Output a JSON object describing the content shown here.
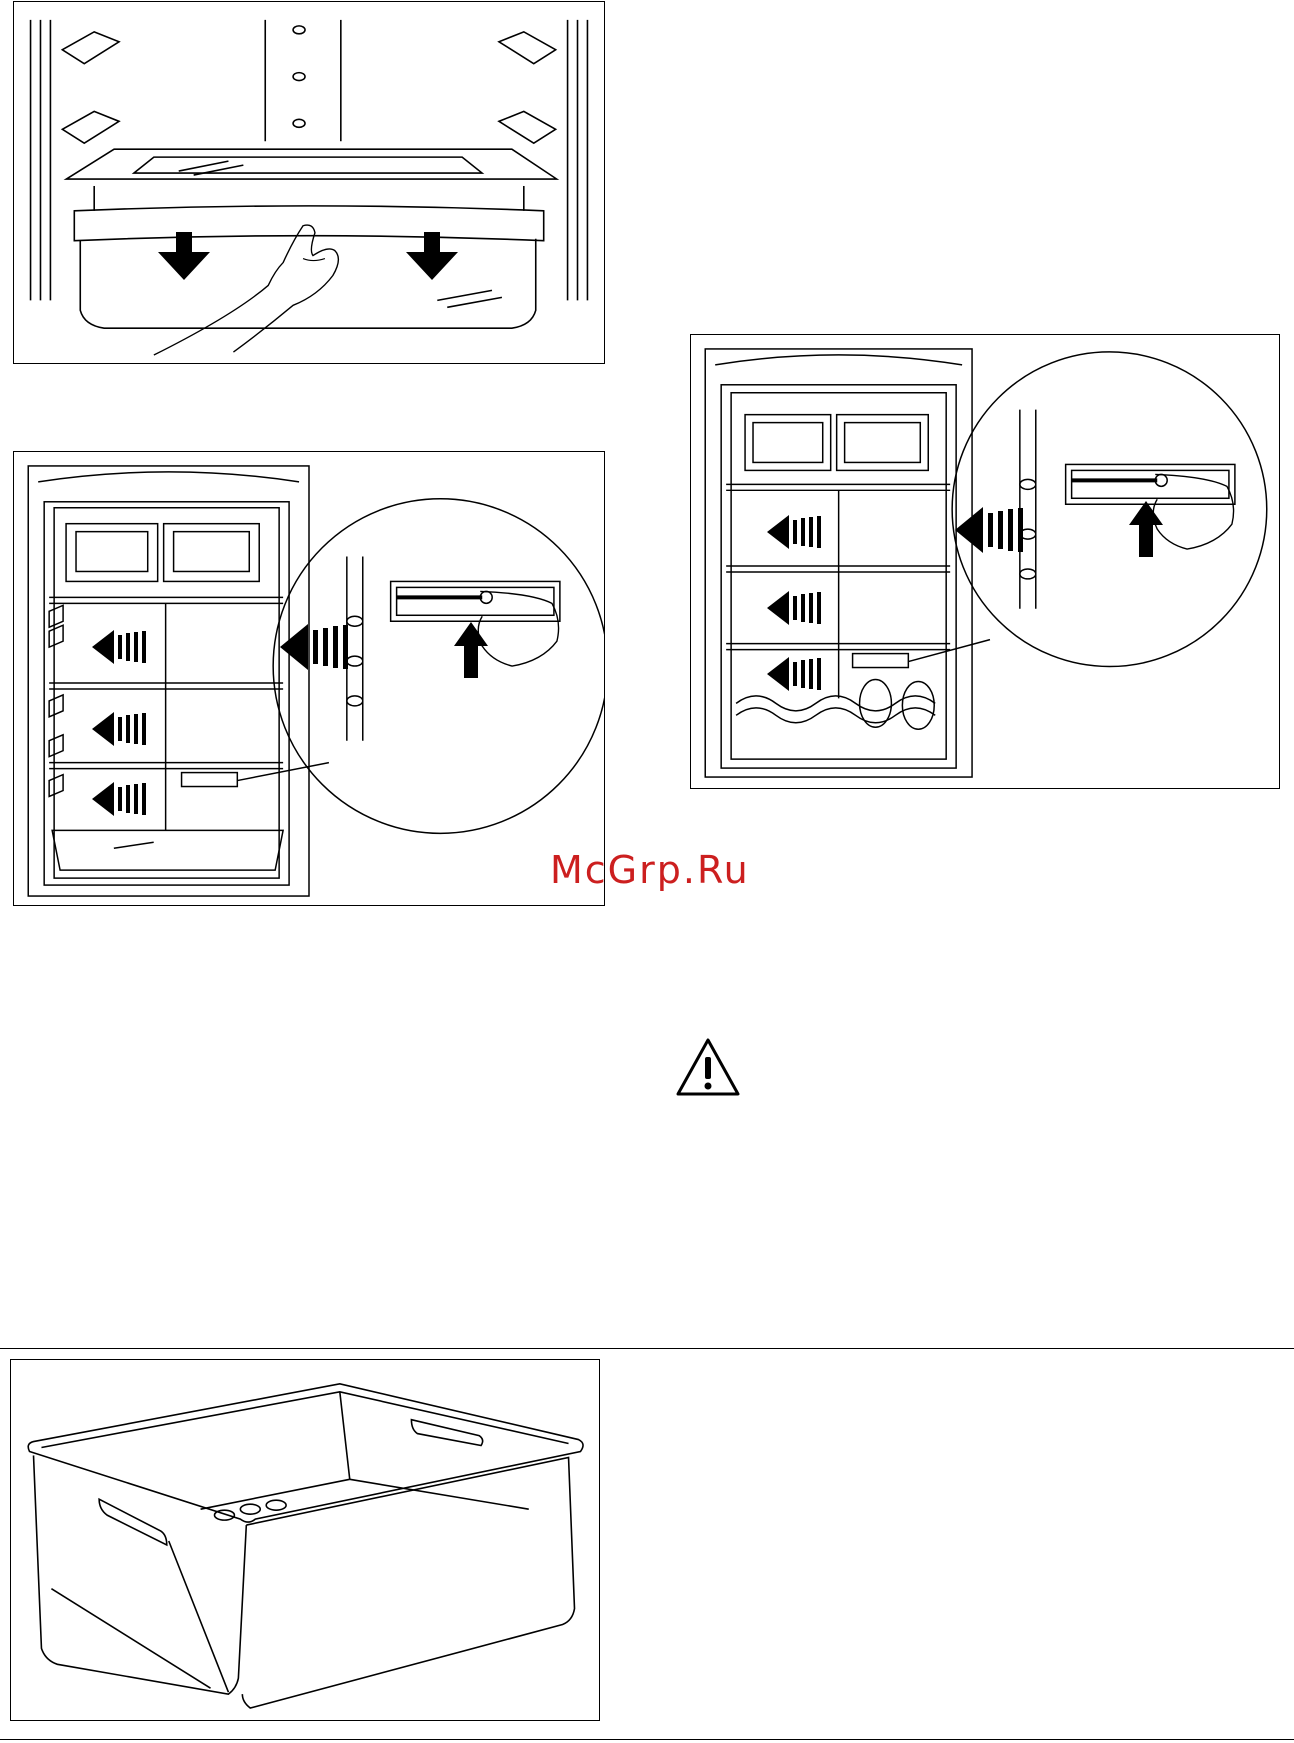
{
  "watermark": {
    "text": "McGrp.Ru",
    "color": "#cc1f1f"
  },
  "icons": {
    "warning": "warning-triangle-icon",
    "arrow_down": "arrow-down-icon",
    "arrow_up": "arrow-up-icon",
    "arrow_left": "arrow-left-icon"
  },
  "figures": [
    {
      "name": "drawer-removal-illustration"
    },
    {
      "name": "fridge-shelf-adjust-illustration-a"
    },
    {
      "name": "fridge-shelf-adjust-illustration-b"
    },
    {
      "name": "crisper-drawer-illustration"
    }
  ]
}
